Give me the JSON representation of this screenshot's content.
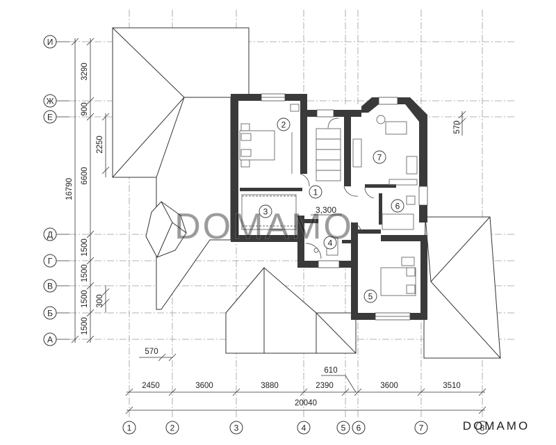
{
  "axes": {
    "horizontal": [
      "И",
      "Ж",
      "Е",
      "Д",
      "Г",
      "В",
      "Б",
      "А"
    ],
    "vertical": [
      "1",
      "2",
      "3",
      "4",
      "5",
      "6",
      "7",
      "8"
    ]
  },
  "dims_left": {
    "chain": [
      "3290",
      "900",
      "6600",
      "1500",
      "1500",
      "1500",
      "1500"
    ],
    "total": "16790",
    "extra": [
      "2250",
      "300"
    ]
  },
  "dims_bottom": {
    "chain": [
      "2450",
      "3600",
      "3880",
      "2390",
      "3600",
      "3510"
    ],
    "total": "20040",
    "offset_6": "610",
    "offset_left": "570"
  },
  "dim_right": "570",
  "rooms": [
    "1",
    "2",
    "3",
    "4",
    "5",
    "6",
    "7"
  ],
  "level_mark": "3,300",
  "watermark": {
    "center": "DOMAMO",
    "corner": "DOMAMO"
  }
}
